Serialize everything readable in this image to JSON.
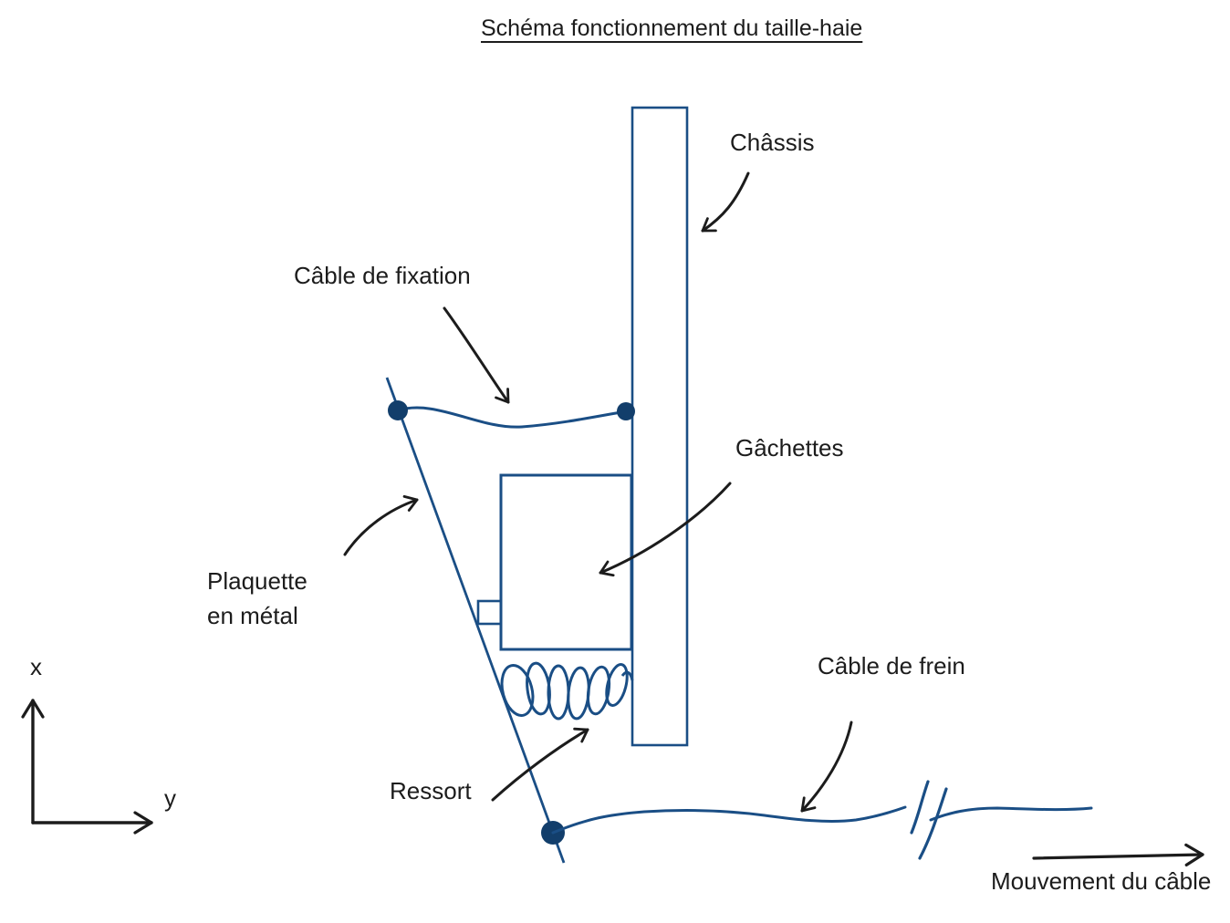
{
  "title": "Schéma fonctionnement du taille-haie",
  "labels": {
    "chassis": "Châssis",
    "cable_fixation": "Câble de fixation",
    "gachettes": "Gâchettes",
    "plaquette_line1": "Plaquette",
    "plaquette_line2": "en métal",
    "cable_frein": "Câble de frein",
    "ressort": "Ressort",
    "mouvement": "Mouvement du câble"
  },
  "axes": {
    "x_label": "x",
    "y_label": "y"
  },
  "colors": {
    "ink_blue": "#1a4e85",
    "dot_blue": "#123e6b",
    "annotation_black": "#1c1c1c"
  }
}
